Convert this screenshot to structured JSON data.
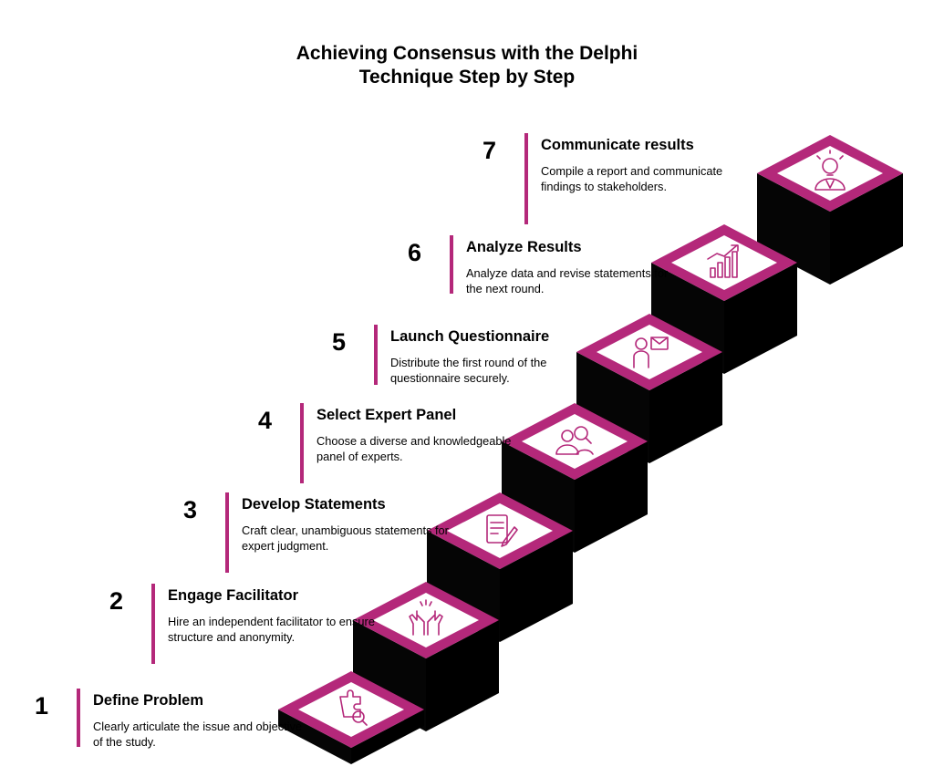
{
  "title": {
    "line1": "Achieving Consensus with the Delphi",
    "line2": "Technique Step by Step"
  },
  "accent_color": "#b4287a",
  "steps": [
    {
      "number": "1",
      "title": "Define Problem",
      "description": "Clearly articulate the issue and objective of the study.",
      "icon": "puzzle-search-icon"
    },
    {
      "number": "2",
      "title": "Engage Facilitator",
      "description": "Hire an independent facilitator to ensure structure and anonymity.",
      "icon": "high-five-icon"
    },
    {
      "number": "3",
      "title": "Develop Statements",
      "description": "Craft clear, unambiguous statements for expert judgment.",
      "icon": "document-writing-icon"
    },
    {
      "number": "4",
      "title": "Select Expert Panel",
      "description": "Choose a diverse and knowledgeable panel of experts.",
      "icon": "people-search-icon"
    },
    {
      "number": "5",
      "title": "Launch Questionnaire",
      "description": "Distribute the first round of the questionnaire securely.",
      "icon": "person-mail-icon"
    },
    {
      "number": "6",
      "title": "Analyze Results",
      "description": "Analyze data and revise statements for the next round.",
      "icon": "growth-chart-icon"
    },
    {
      "number": "7",
      "title": "Communicate results",
      "description": "Compile a report and communicate findings to stakeholders.",
      "icon": "idea-person-icon"
    }
  ]
}
